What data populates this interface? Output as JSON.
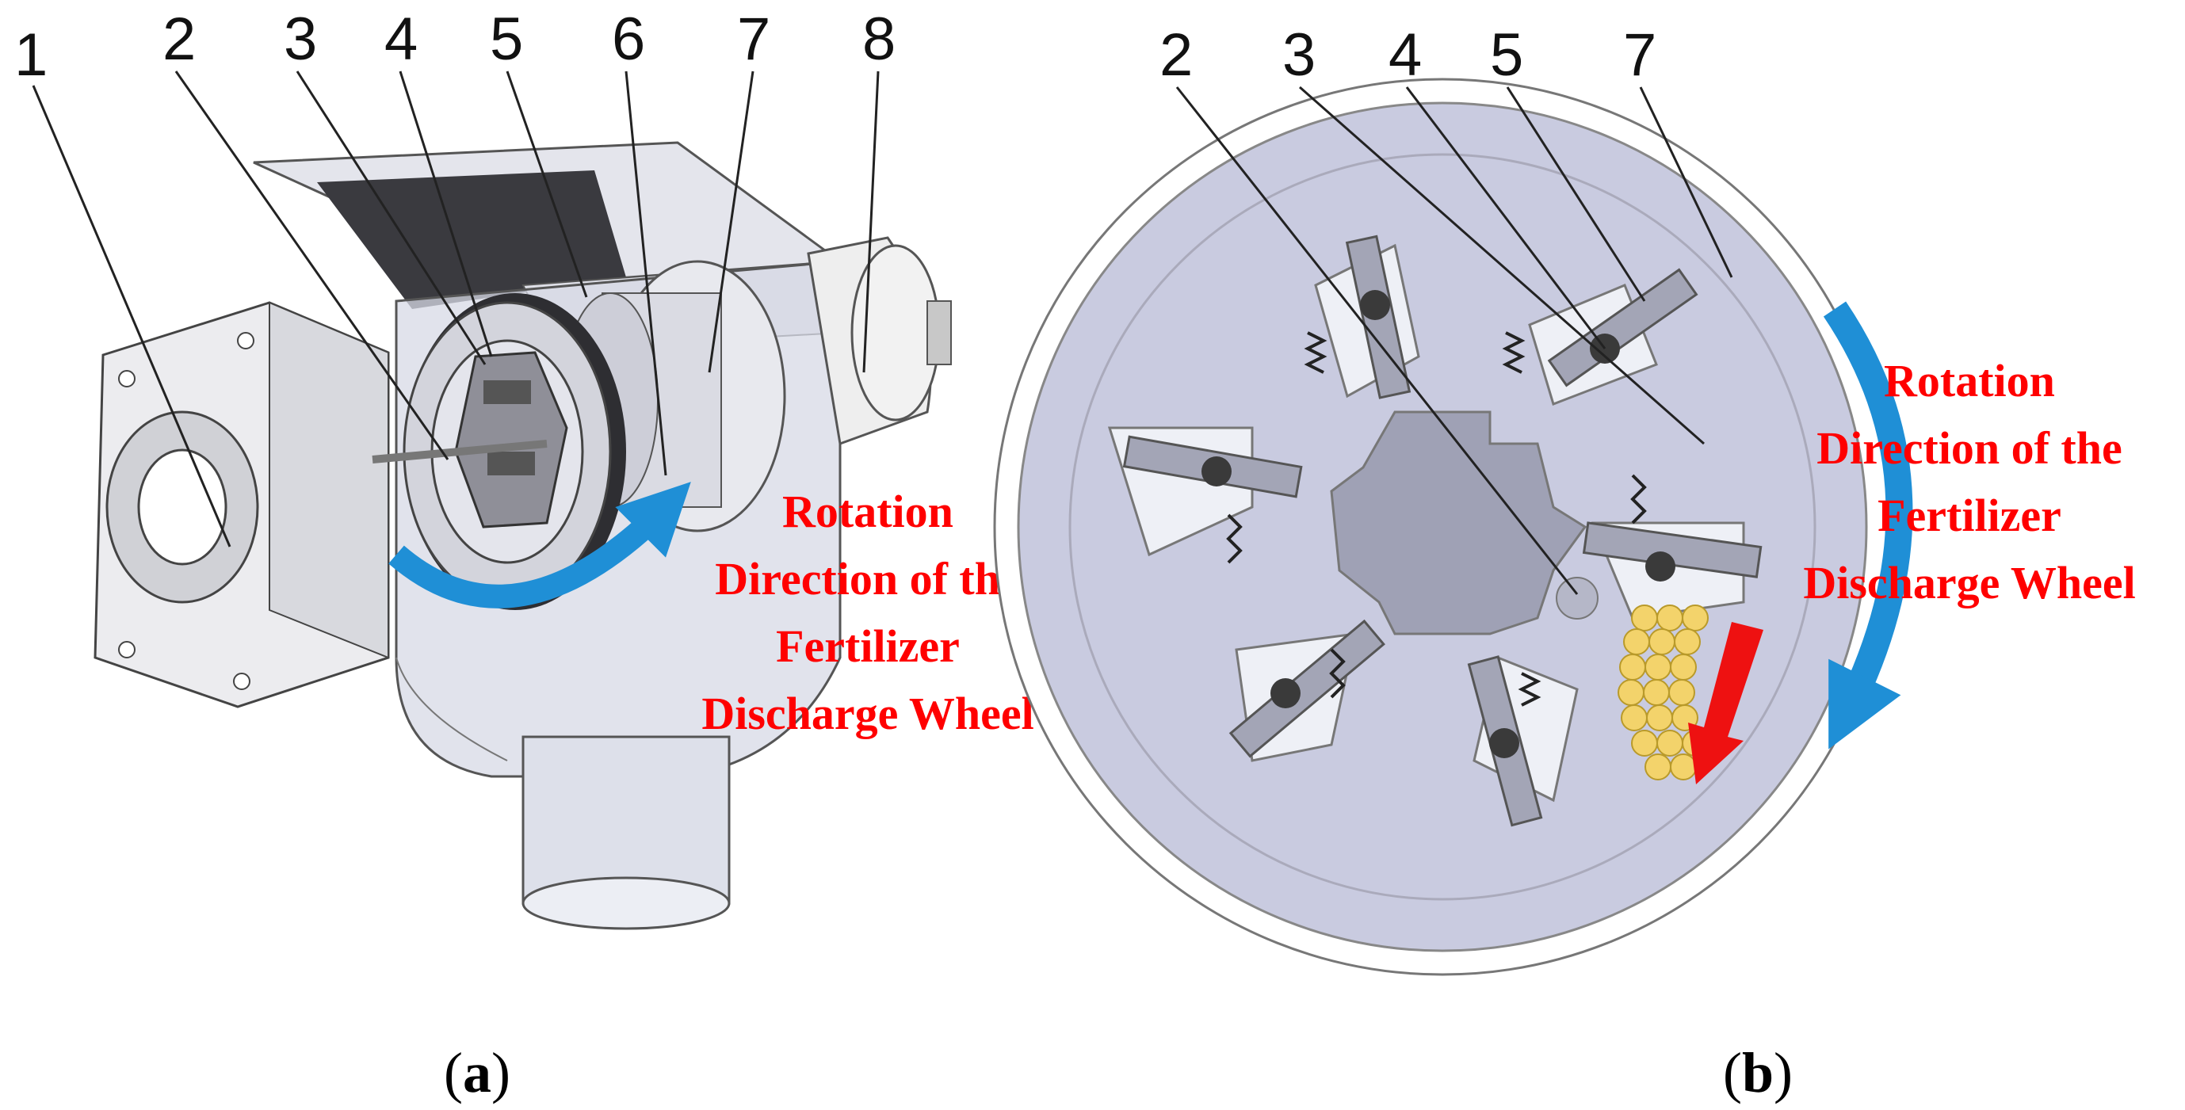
{
  "panel_a": {
    "callouts": [
      "1",
      "2",
      "3",
      "4",
      "5",
      "6",
      "7",
      "8"
    ],
    "rotation_note": [
      "Rotation",
      "Direction of the",
      "Fertilizer",
      "Discharge Wheel"
    ],
    "caption": {
      "open": "(",
      "letter": "a",
      "close": ")"
    }
  },
  "panel_b": {
    "callouts": [
      "2",
      "3",
      "4",
      "5",
      "7"
    ],
    "rotation_note": [
      "Rotation",
      "Direction of the",
      "Fertilizer",
      "Discharge Wheel"
    ],
    "caption": {
      "open": "(",
      "letter": "b",
      "close": ")"
    }
  },
  "colors": {
    "housing": "#d7dae6",
    "wheel_face": "#c9cbe0",
    "rotation_arrow": "#1f8fd6",
    "note_text": "#ff0000",
    "fertilizer_granules": "#f3d36b",
    "flow_arrow": "#ee1111"
  }
}
